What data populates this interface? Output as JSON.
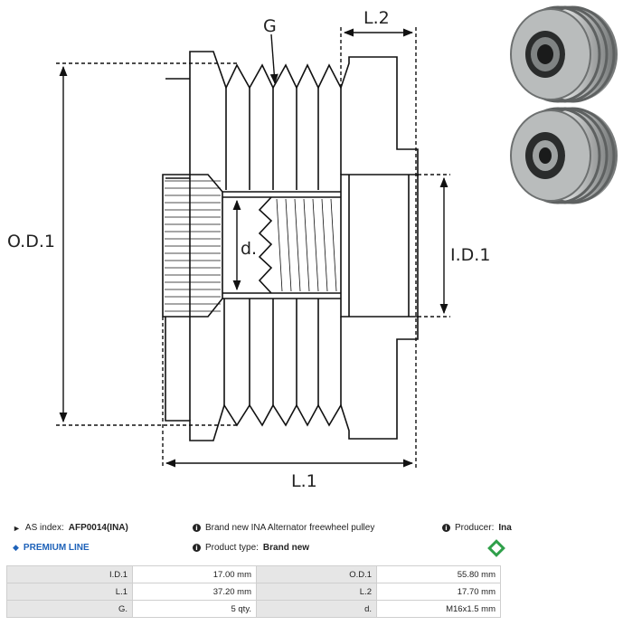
{
  "drawing": {
    "labels": {
      "od": "O.D.1",
      "id": "I.D.1",
      "l1": "L.1",
      "l2": "L.2",
      "g": "G",
      "d": "d."
    }
  },
  "info": {
    "as_index_label": "AS index:",
    "as_index_value": "AFP0014(INA)",
    "description": "Brand new INA Alternator freewheel pulley",
    "producer_label": "Producer:",
    "producer_value": "Ina",
    "premium_label": "PREMIUM LINE",
    "product_type_label": "Product type:",
    "product_type_value": "Brand new"
  },
  "specs": [
    {
      "k1": "I.D.1",
      "v1": "17.00 mm",
      "k2": "O.D.1",
      "v2": "55.80 mm"
    },
    {
      "k1": "L.1",
      "v1": "37.20 mm",
      "k2": "L.2",
      "v2": "17.70 mm"
    },
    {
      "k1": "G.",
      "v1": "5 qty.",
      "k2": "d.",
      "v2": "M16x1.5 mm"
    }
  ],
  "icons": {
    "tag": "tag-icon",
    "info": "info-icon",
    "diamond": "diamond-icon",
    "brand": "ina-logo-icon"
  },
  "colors": {
    "premium": "#1e62b9",
    "brand_logo": "#2fa04a"
  }
}
